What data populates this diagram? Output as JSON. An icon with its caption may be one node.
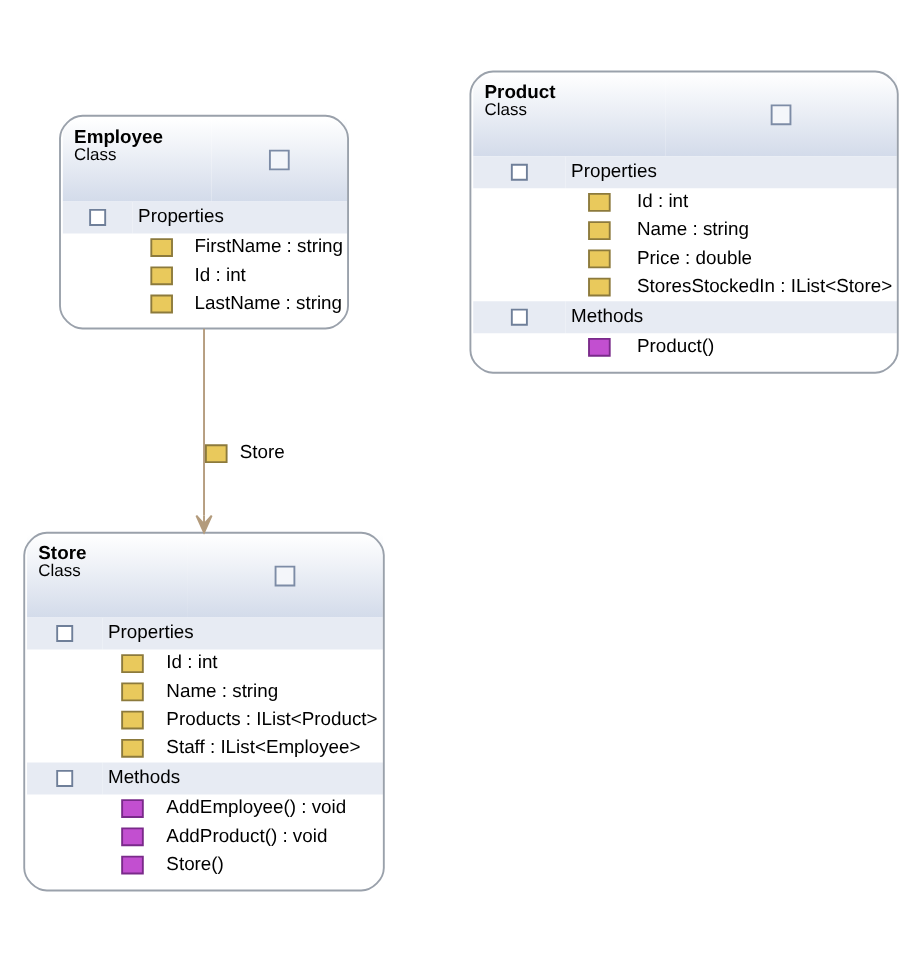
{
  "diagram": {
    "nodes": [
      {
        "text": [
          "Employee",
          "Class",
          "Properties",
          "FirstName : string",
          "Id : int",
          "LastName : string"
        ]
      },
      {
        "text": [
          "Product",
          "Class",
          "Properties",
          "Id : int",
          "Name : string",
          "Price : double",
          "StoresStockedIn : IList<Store>",
          "Methods",
          "Product()"
        ]
      },
      {
        "text": [
          "Store",
          "Class",
          "Properties",
          "Id : int",
          "Name : string",
          "Products : IList<Product>",
          "Staff : IList<Employee>",
          "Methods",
          "AddEmployee() : void",
          "AddProduct() : void",
          "Store()"
        ]
      }
    ],
    "edges": [
      {
        "from": 0,
        "to": 2,
        "arrow": "to",
        "label": "Store"
      }
    ]
  }
}
